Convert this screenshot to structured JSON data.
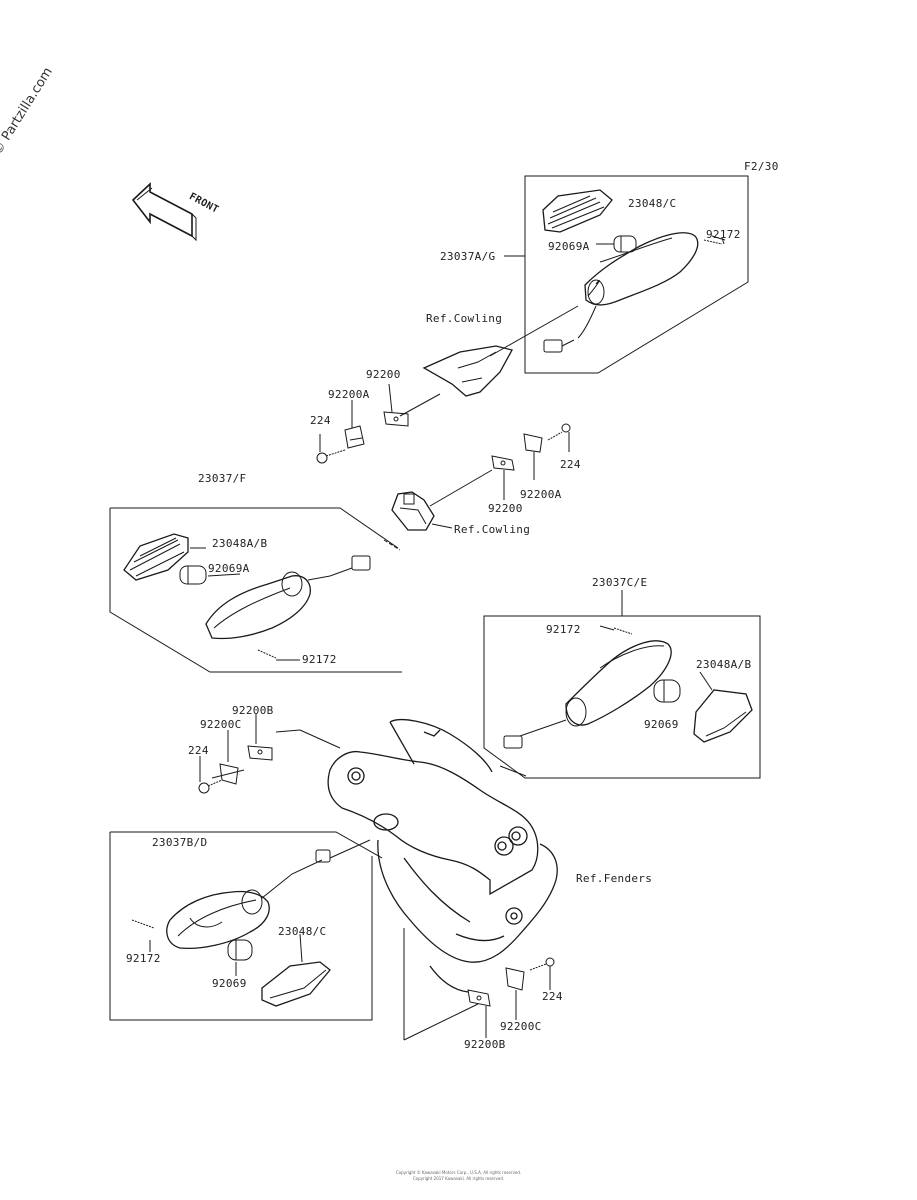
{
  "watermark": "© Partzilla.com",
  "figure_code": "F2/30",
  "front_label": "FRONT",
  "labels": {
    "p23048C_top": "23048/C",
    "p92172_top": "92172",
    "p92069A_top": "92069A",
    "p23037AG": "23037A/G",
    "ref_cowling_top": "Ref.Cowling",
    "p92200_top": "92200",
    "p92200A_top": "92200A",
    "p224_top": "224",
    "p224_mid": "224",
    "p23037F": "23037/F",
    "p92200_mid": "92200",
    "p92200A_mid": "92200A",
    "ref_cowling_mid": "Ref.Cowling",
    "p23048AB_left": "23048A/B",
    "p92069A_left": "92069A",
    "p92172_left": "92172",
    "p23037CE": "23037C/E",
    "p92172_right": "92172",
    "p23048AB_right": "23048A/B",
    "p92069_right": "92069",
    "p92200B_left": "92200B",
    "p92200C_left": "92200C",
    "p224_left": "224",
    "p23037BD": "23037B/D",
    "ref_fenders": "Ref.Fenders",
    "p92172_bl": "92172",
    "p23048C_bl": "23048/C",
    "p92069_bl": "92069",
    "p224_br": "224",
    "p92200C_br": "92200C",
    "p92200B_br": "92200B"
  },
  "footer": {
    "line1": "Copyright © Kawasaki Motors Corp., U.S.A. All rights reserved.",
    "line2": "Copyright 2017 Kawasaki. All rights reserved."
  }
}
